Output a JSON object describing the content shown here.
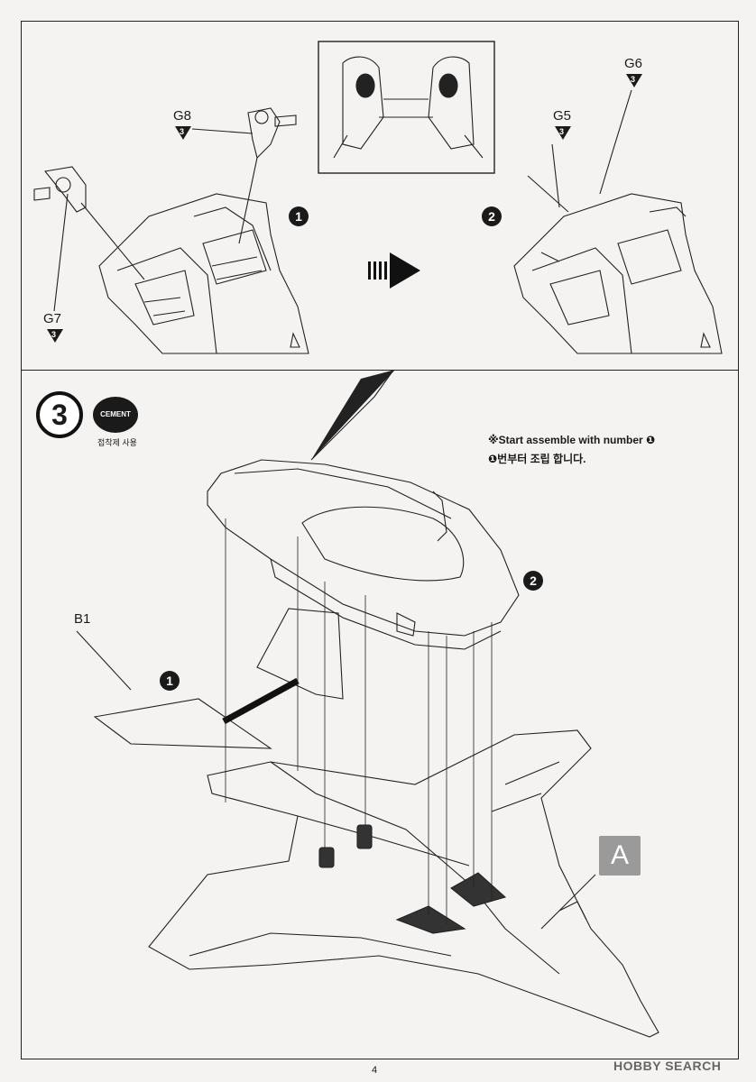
{
  "top": {
    "labels": {
      "g8": {
        "name": "G8",
        "qty": "3"
      },
      "g7": {
        "name": "G7",
        "qty": "3"
      },
      "g5": {
        "name": "G5",
        "qty": "3"
      },
      "g6": {
        "name": "G6",
        "qty": "3"
      }
    },
    "sub_step_1": "1",
    "sub_step_2": "2"
  },
  "step3": {
    "number": "3",
    "cement_label": "CEMENT",
    "cement_sub": "접착제 사용",
    "note_en": "※Start assemble with number ❶",
    "note_ko": "❶번부터 조립 합니다.",
    "sub_step_1": "1",
    "sub_step_2": "2",
    "part_b1": "B1",
    "part_a": "A"
  },
  "footer": {
    "page_number": "4",
    "watermark": "HOBBY SEARCH"
  }
}
